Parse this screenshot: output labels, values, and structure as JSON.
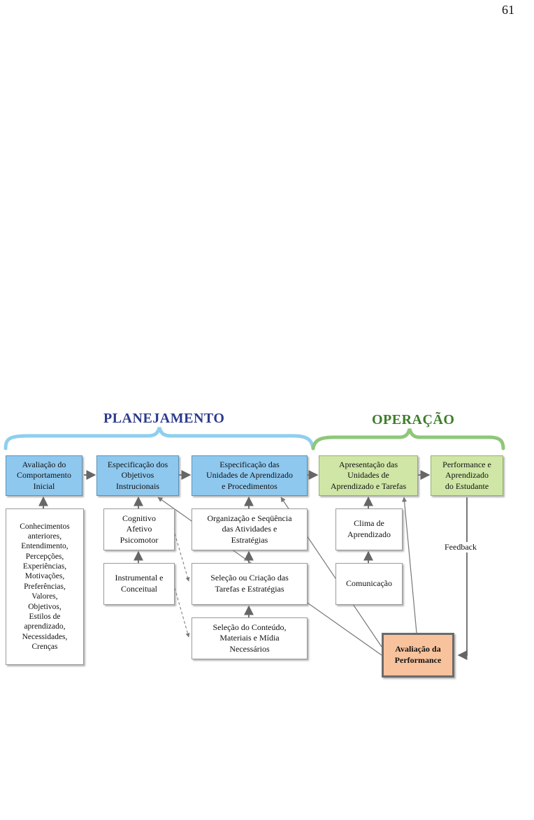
{
  "page_number": "61",
  "sections": {
    "planning": "PLANEJAMENTO",
    "operation": "OPERAÇÃO"
  },
  "main_boxes": {
    "avaliacao_comportamento": "Avaliação do\nComportamento\nInicial",
    "especificacao_objetivos": "Especificação dos\nObjetivos\nInstrucionais",
    "especificacao_unidades": "Especificação das\nUnidades de Aprendizado\ne Procedimentos",
    "apresentacao_unidades": "Apresentação das\nUnidades de\nAprendizado e Tarefas",
    "performance_aprendizado": "Performance e\nAprendizado\ndo Estudante"
  },
  "sub_boxes": {
    "conhecimentos": "Conhecimentos\nanteriores,\nEntendimento,\nPercepções,\nExperiências,\nMotivações,\nPreferências,\nValores,\nObjetivos,\nEstilos de\naprendizado,\nNecessidades,\nCrenças",
    "cognitivo": "Cognitivo\nAfetivo\nPsicomotor",
    "instrumental": "Instrumental e\nConceitual",
    "organizacao": "Organização e Seqüência\ndas Atividades e\nEstratégias",
    "selecao_tarefas": "Seleção ou Criação das\nTarefas e Estratégias",
    "selecao_conteudo": "Seleção do Conteúdo,\nMateriais e Mídia\nNecessários",
    "clima": "Clima de\nAprendizado",
    "comunicacao": "Comunicação"
  },
  "avaliacao_performance": "Avaliação da\nPerformance",
  "feedback_label": "Feedback",
  "colors": {
    "planning_title": "#2b3a8a",
    "operation_title": "#3d7d2a",
    "blue_box": "#8fc8ee",
    "green_box": "#cfe6a6",
    "orange_box": "#f7c29c",
    "planning_brace": "#8ecfee",
    "operation_brace": "#8fc77a"
  }
}
